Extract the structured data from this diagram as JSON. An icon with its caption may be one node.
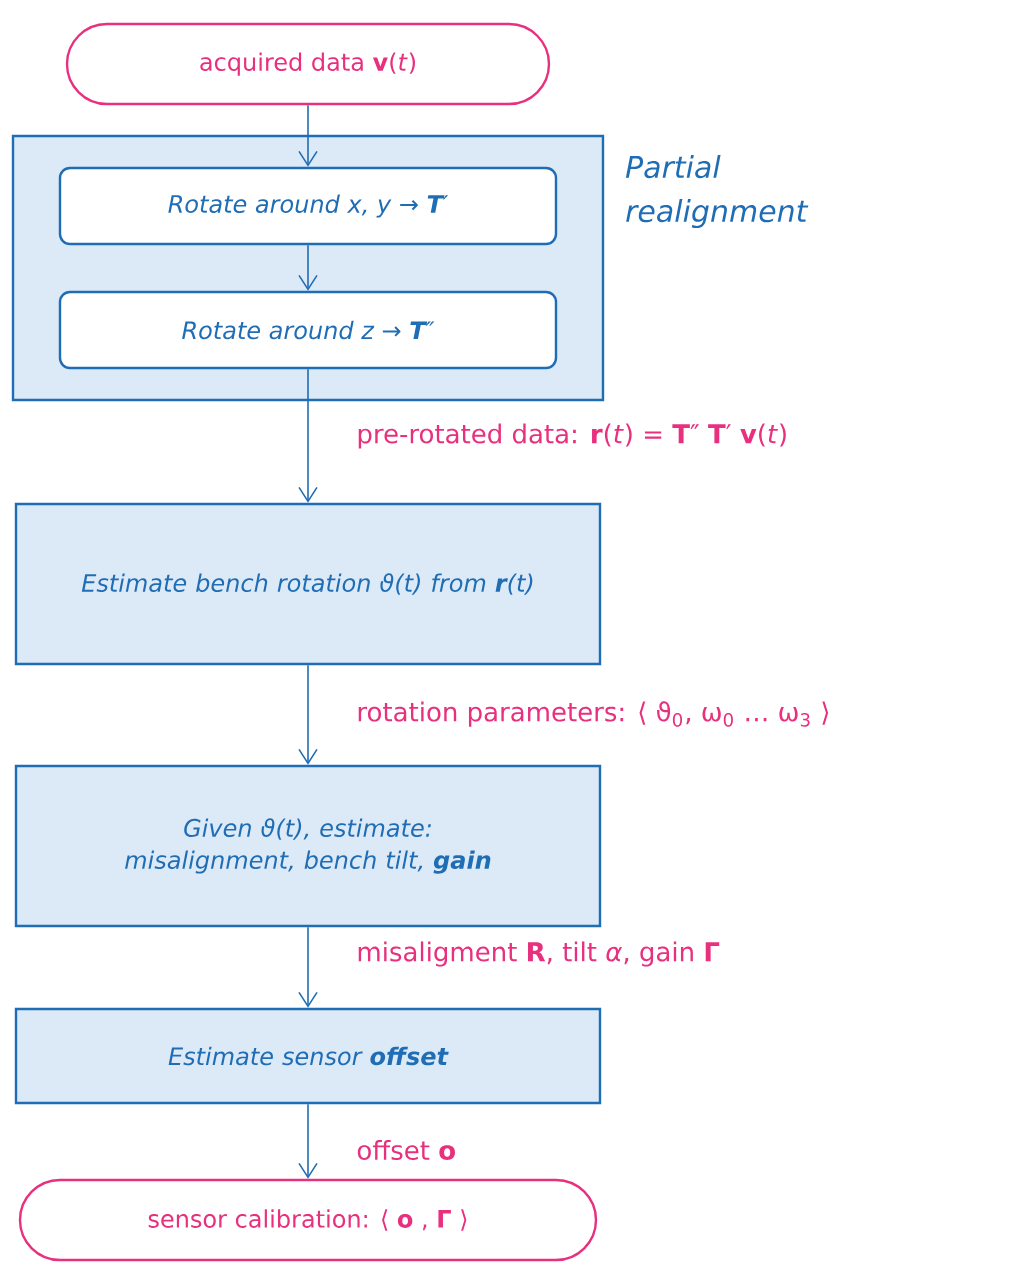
{
  "diagram": {
    "nodes": [
      {
        "text": [
          "acquired data  **v**(*t*)"
        ]
      },
      {
        "text": [
          "Partial realignment"
        ]
      },
      {
        "text": [
          "Rotate around  *x*, *y* → **T**′"
        ],
        "in": 1
      },
      {
        "text": [
          "Rotate around  *z* → **T**″"
        ],
        "in": 1
      },
      {
        "text": [
          "Estimate bench rotation ϑ(*t*) from  **r**(*t*)"
        ]
      },
      {
        "text": [
          "Given ϑ(*t*), estimate: misalignment, bench tilt, **gain**"
        ]
      },
      {
        "text": [
          "Estimate sensor **offset**"
        ]
      },
      {
        "text": [
          "sensor calibration: ⟨ **o** , **Γ** ⟩"
        ]
      }
    ],
    "edges": [
      {
        "from": 0,
        "to": 2,
        "arrow": "to"
      },
      {
        "from": 2,
        "to": 3,
        "arrow": "to"
      },
      {
        "from": 3,
        "to": 4,
        "arrow": "to",
        "label": "pre-rotated data:  **r**(*t*) = **T**″ **T**′ **v**(*t*)"
      },
      {
        "from": 4,
        "to": 5,
        "arrow": "to",
        "label": "rotation parameters:  ⟨ ϑ$_{0}$, ω$_{0}$ … ω$_{3}$ ⟩"
      },
      {
        "from": 5,
        "to": 6,
        "arrow": "to",
        "label": "misaligment **R**, tilt *α*, gain **Γ**"
      },
      {
        "from": 6,
        "to": 7,
        "arrow": "to",
        "label": "offset **o**"
      }
    ]
  }
}
